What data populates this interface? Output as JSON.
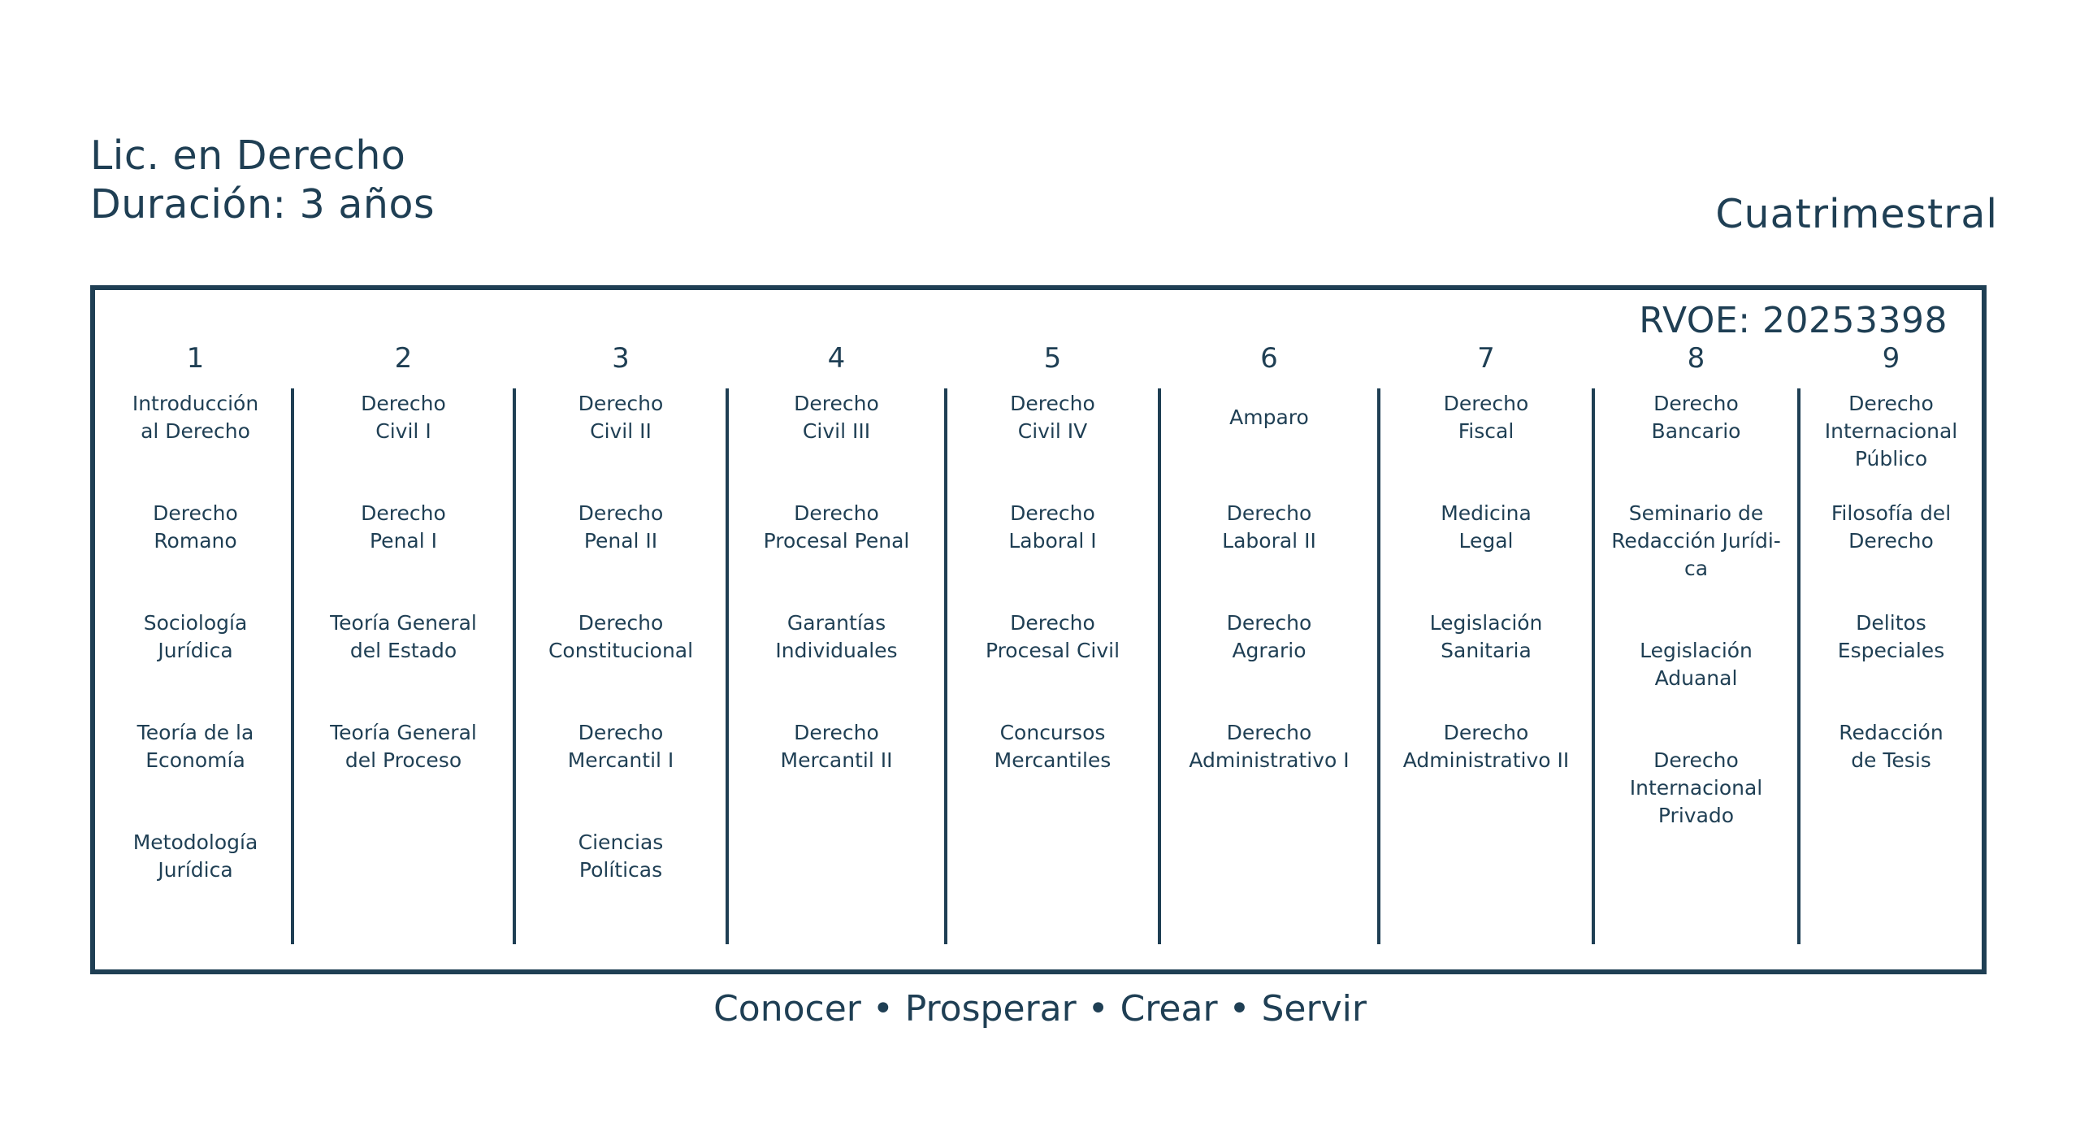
{
  "header": {
    "program": "Lic. en Derecho",
    "duration": "Duración: 3 años",
    "modality": "Cuatrimestral"
  },
  "rvoe": "RVOE: 20253398",
  "columns": [
    {
      "number": "1",
      "subjects": [
        "Introducción\nal Derecho",
        "Derecho\nRomano",
        "Sociología\nJurídica",
        "Teoría de la\nEconomía",
        "Metodología\nJurídica"
      ]
    },
    {
      "number": "2",
      "subjects": [
        "Derecho\nCivil I",
        "Derecho\nPenal I",
        "Teoría General\ndel Estado",
        "Teoría General\ndel Proceso"
      ]
    },
    {
      "number": "3",
      "subjects": [
        "Derecho\nCivil II",
        "Derecho\nPenal II",
        "Derecho\nConstitucional",
        "Derecho\nMercantil I",
        "Ciencias\nPolíticas"
      ]
    },
    {
      "number": "4",
      "subjects": [
        "Derecho\nCivil III",
        "Derecho\nProcesal Penal",
        "Garantías\nIndividuales",
        "Derecho\nMercantil II"
      ]
    },
    {
      "number": "5",
      "subjects": [
        "Derecho\nCivil IV",
        "Derecho\nLaboral I",
        "Derecho\nProcesal Civil",
        "Concursos\nMercantiles"
      ]
    },
    {
      "number": "6",
      "subjects": [
        "Amparo",
        "Derecho\nLaboral II",
        "Derecho\nAgrario",
        "Derecho\nAdministrativo I"
      ]
    },
    {
      "number": "7",
      "subjects": [
        "Derecho\nFiscal",
        "Medicina\nLegal",
        "Legislación\nSanitaria",
        "Derecho\nAdministrativo II"
      ]
    },
    {
      "number": "8",
      "subjects": [
        "Derecho\nBancario",
        "Seminario de\nRedacción Jurídi-\nca",
        "Legislación\nAduanal",
        "Derecho\nInternacional\nPrivado"
      ]
    },
    {
      "number": "9",
      "subjects": [
        "Derecho\nInternacional\nPúblico",
        "Filosofía del\nDerecho",
        "Delitos\nEspeciales",
        "Redacción\nde Tesis"
      ]
    }
  ],
  "slogan": "Conocer • Prosperar • Crear • Servir"
}
